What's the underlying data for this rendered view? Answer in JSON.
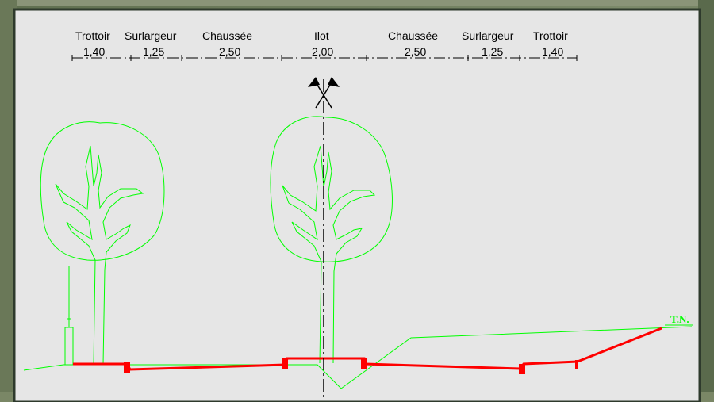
{
  "colors": {
    "paper": "#e6e6e6",
    "terrain": "#00ff00",
    "road": "#ff0000",
    "ink": "#000000",
    "frame_shadow": "#2e3a2c"
  },
  "sections": [
    {
      "name": "Trottoir",
      "width": "1,40"
    },
    {
      "name": "Surlargeur",
      "width": "1,25"
    },
    {
      "name": "Chaussée",
      "width": "2,50"
    },
    {
      "name": "Ilot",
      "width": "2,00"
    },
    {
      "name": "Chaussée",
      "width": "2,50"
    },
    {
      "name": "Surlargeur",
      "width": "1,25"
    },
    {
      "name": "Trottoir",
      "width": "1,40"
    }
  ],
  "terrain_label": "T.N.",
  "icons": [
    "tree-icon",
    "lamp-post-icon",
    "centerline-axis-icon"
  ]
}
